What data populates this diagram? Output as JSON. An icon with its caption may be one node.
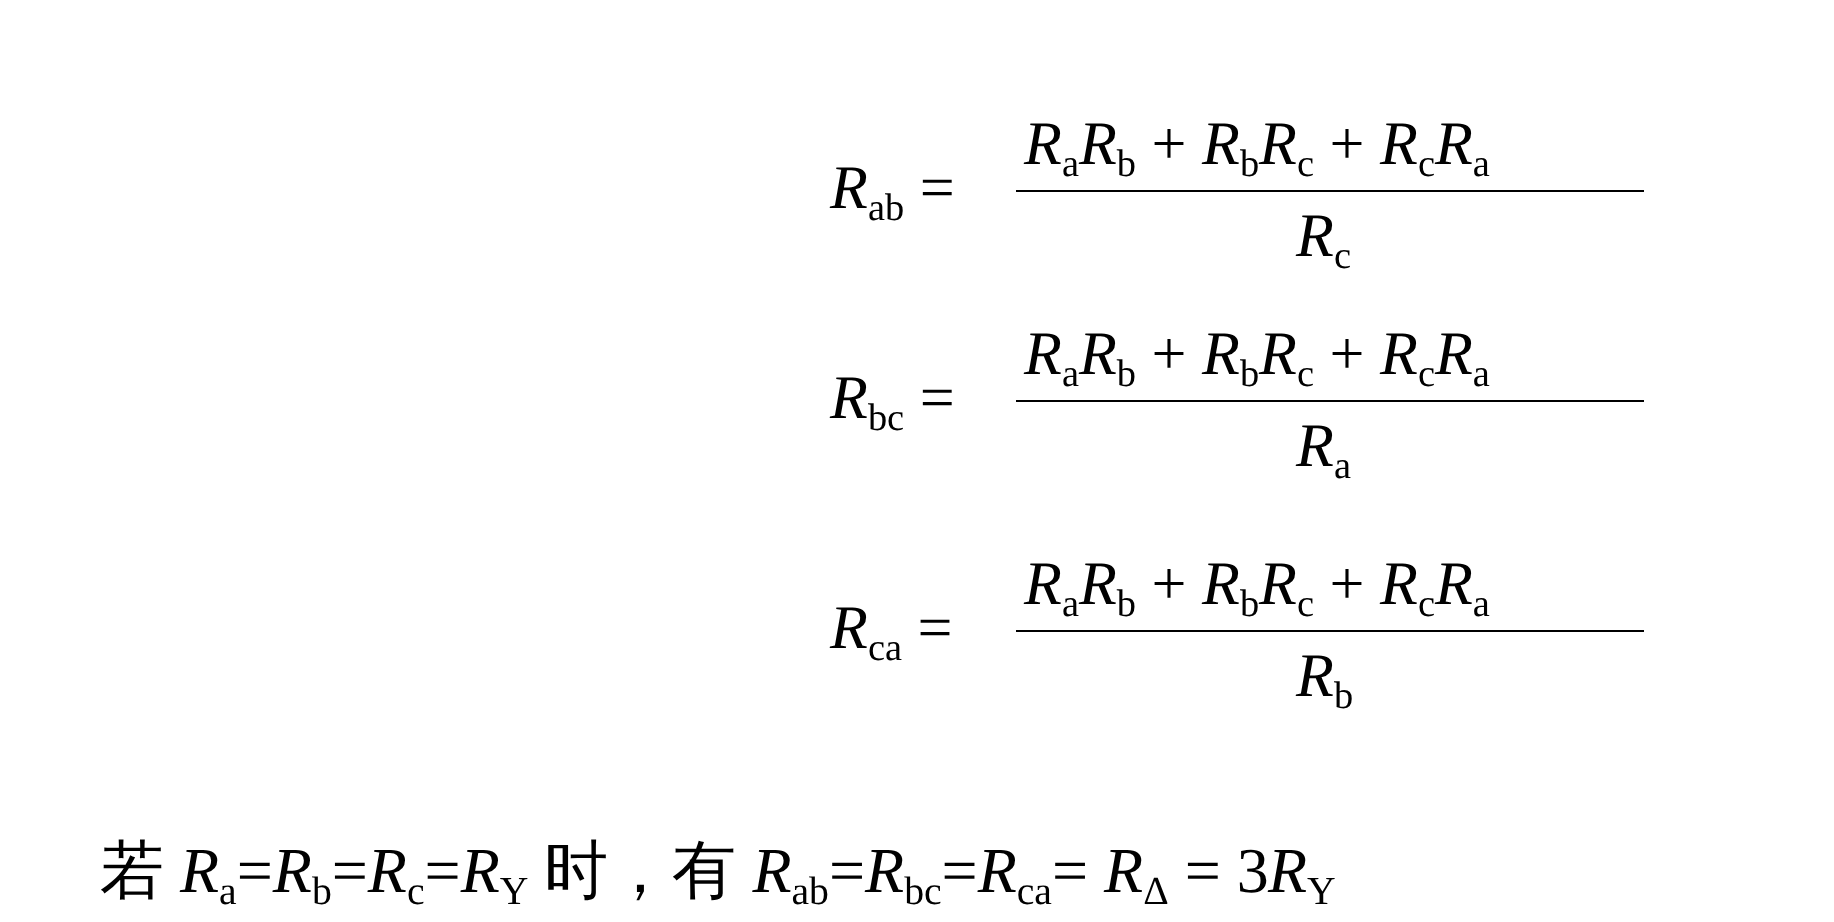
{
  "diagram": {
    "labels": [
      "*R*$_{ab}$ =",
      "*R*$_{a}$*R*$_{b}$ + *R*$_{b}$*R*$_{c}$ + *R*$_{c}$*R*$_{a}$",
      "*R*$_{c}$",
      "*R*$_{bc}$ =",
      "*R*$_{a}$*R*$_{b}$ + *R*$_{b}$*R*$_{c}$ + *R*$_{c}$*R*$_{a}$",
      "*R*$_{a}$",
      "*R*$_{ca}$ =",
      "*R*$_{a}$*R*$_{b}$ + *R*$_{b}$*R*$_{c}$ + *R*$_{c}$*R*$_{a}$",
      "*R*$_{b}$",
      "若 *R*$_{a}$=*R*$_{b}$=*R*$_{c}$=*R*$_{Y}$ 时，有 *R*$_{ab}$=*R*$_{bc}$=*R*$_{ca}$= *R*$_{Δ}$ = 3",
      "*R*$_{Y}$"
    ]
  }
}
